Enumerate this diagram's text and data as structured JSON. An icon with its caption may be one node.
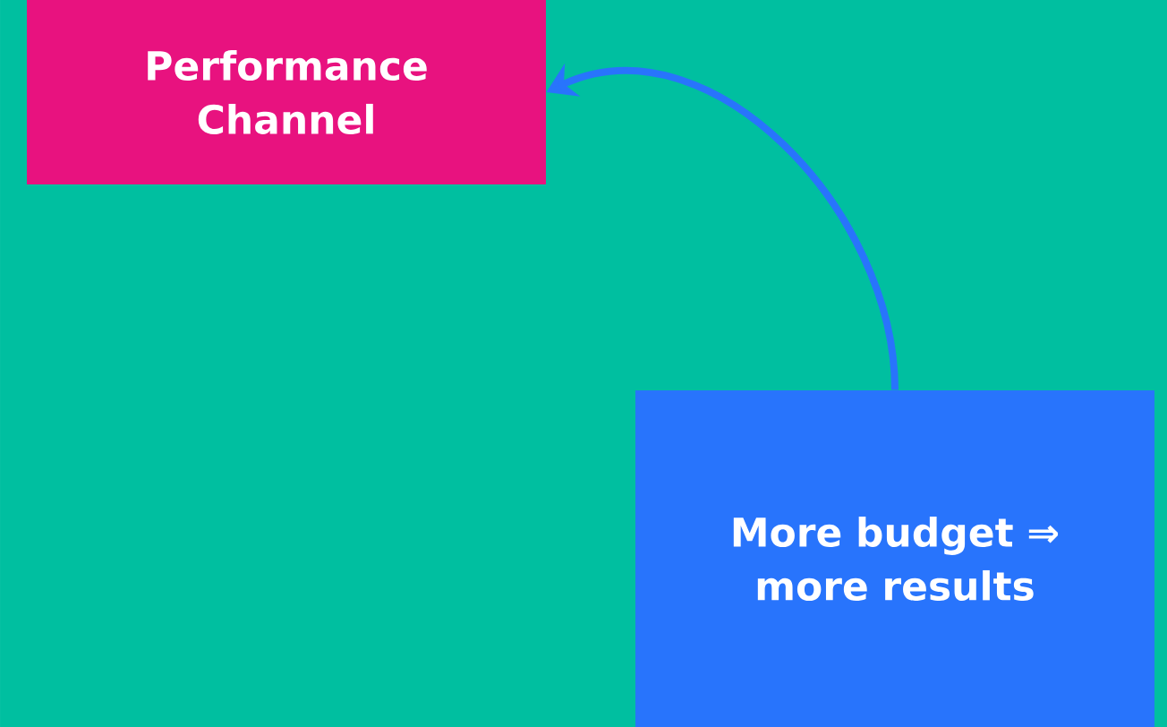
{
  "diagram": {
    "nodes": [
      {
        "text": [
          "Performance Channel"
        ]
      },
      {
        "text": [
          "More budget ⇒ more results"
        ]
      }
    ],
    "edges": [
      {
        "from": 1,
        "to": 0,
        "arrow": "to"
      }
    ]
  }
}
